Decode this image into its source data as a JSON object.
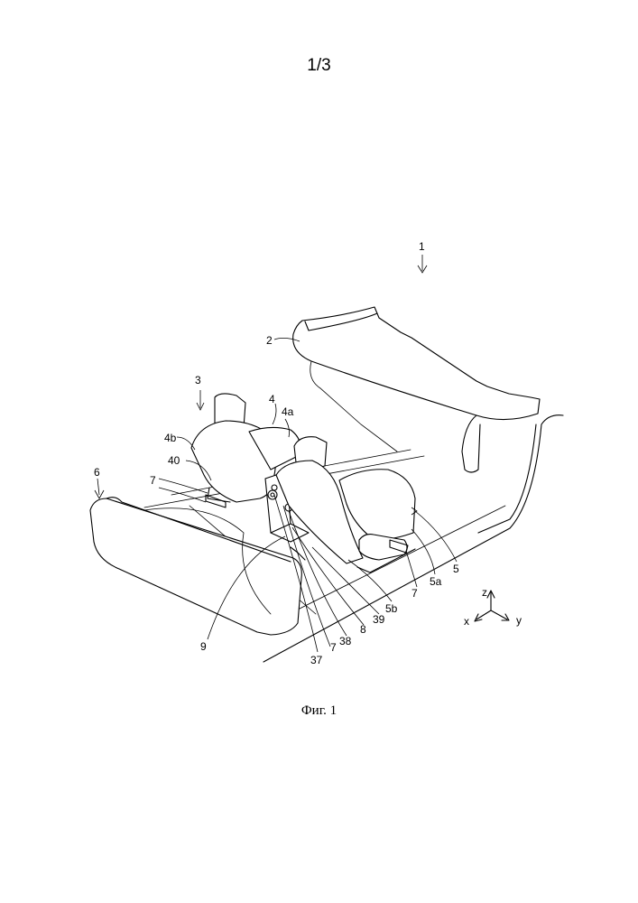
{
  "header": {
    "sheet_number": "1/3"
  },
  "figure": {
    "caption": "Фиг. 1",
    "reference_labels": {
      "r1": "1",
      "r2": "2",
      "r3": "3",
      "r4": "4",
      "r4a": "4a",
      "r4b": "4b",
      "r40": "40",
      "r6": "6",
      "r7a": "7",
      "r7b": "7",
      "r7c": "7",
      "r5": "5",
      "r5a": "5a",
      "r5b": "5b",
      "r9": "9",
      "r37": "37",
      "r38": "38",
      "r8": "8",
      "r39": "39"
    },
    "axes": {
      "z": "z",
      "x": "x",
      "y": "y"
    }
  }
}
